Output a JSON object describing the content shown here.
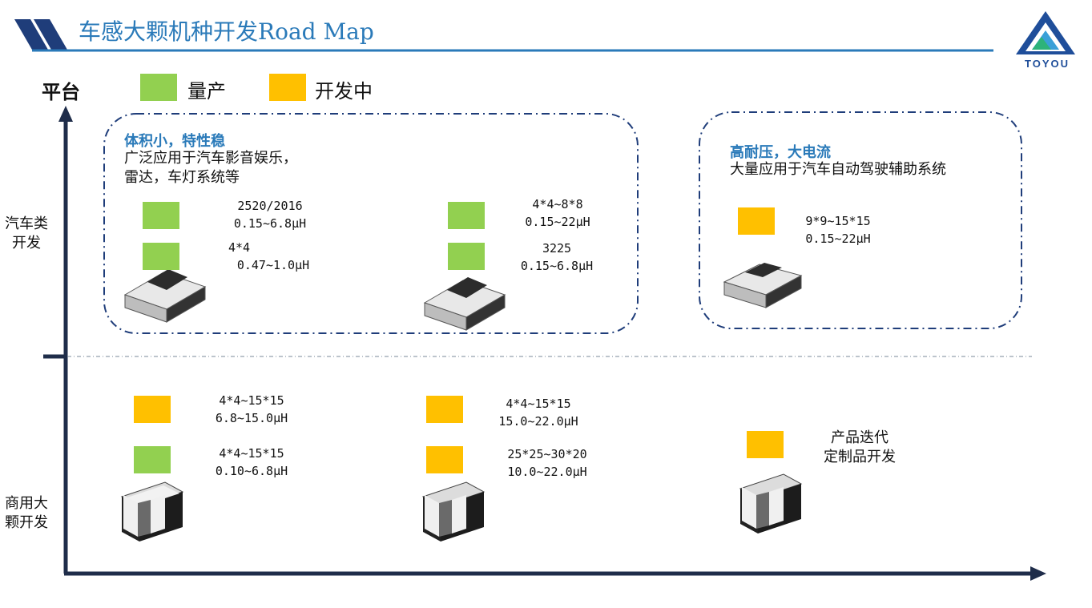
{
  "header": {
    "title": "车感大颗机种开发Road Map",
    "logo_text": "TOYOU"
  },
  "legend": {
    "platform_label": "平台",
    "items": [
      {
        "label": "量产",
        "color": "#92d050"
      },
      {
        "label": "开发中",
        "color": "#ffc000"
      }
    ]
  },
  "rows": {
    "automotive": "汽车类\n开发",
    "commercial": "商用大\n颗开发"
  },
  "auto_group_1": {
    "title": "体积小，特性稳",
    "desc_line1": "广泛应用于汽车影音娱乐，",
    "desc_line2": "雷达，车灯系统等",
    "items": [
      {
        "size": "2520/2016",
        "range": "0.15~6.8μH",
        "status": "量产"
      },
      {
        "size": "4*4",
        "range": "0.47~1.0μH",
        "status": "量产"
      },
      {
        "size": "4*4~8*8",
        "range": "0.15~22μH",
        "status": "量产"
      },
      {
        "size": "3225",
        "range": "0.15~6.8μH",
        "status": "量产"
      }
    ]
  },
  "auto_group_2": {
    "title": "高耐压，大电流",
    "desc": "大量应用于汽车自动驾驶辅助系统",
    "items": [
      {
        "size": "9*9~15*15",
        "range": "0.15~22μH",
        "status": "开发中"
      }
    ]
  },
  "commercial": {
    "items": [
      {
        "size": "4*4~15*15",
        "range": "6.8~15.0μH",
        "status": "开发中"
      },
      {
        "size": "4*4~15*15",
        "range": "0.10~6.8μH",
        "status": "量产"
      },
      {
        "size": "4*4~15*15",
        "range": "15.0~22.0μH",
        "status": "开发中"
      },
      {
        "size": "25*25~30*20",
        "range": "10.0~22.0μH",
        "status": "开发中"
      }
    ],
    "iteration_line1": "产品迭代",
    "iteration_line2": "定制品开发",
    "iteration_status": "开发中"
  },
  "colors": {
    "accent": "#2a7ab9",
    "dark_blue": "#1f3d7a",
    "mass_production": "#92d050",
    "in_development": "#ffc000"
  }
}
